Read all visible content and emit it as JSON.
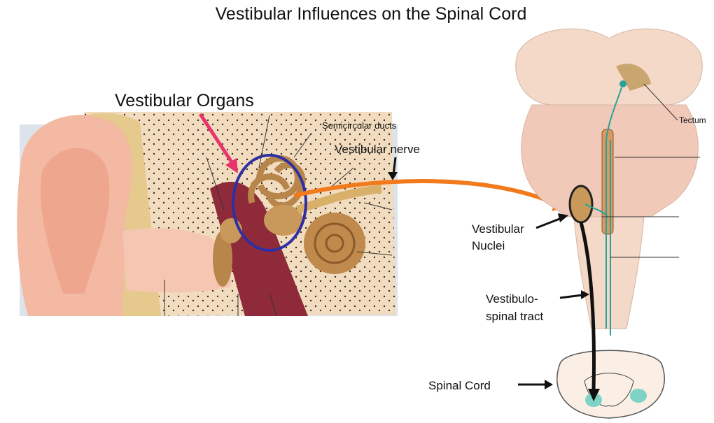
{
  "title": "Vestibular Influences on the Spinal Cord",
  "labels": {
    "vestibular_organs": "Vestibular Organs",
    "semicircular_ducts": "Semicircular ducts",
    "vestibular_nerve": "Vestibular nerve",
    "tectum": "Tectum",
    "vestibular_nuclei_line1": "Vestibular",
    "vestibular_nuclei_line2": "Nuclei",
    "vestibulospinal_line1": "Vestibulo-",
    "vestibulospinal_line2": "spinal tract",
    "spinal_cord": "Spinal Cord"
  },
  "colors": {
    "skin": "#f3b9a2",
    "bone": "#f2dcbf",
    "cartilage": "#e6c98d",
    "canal": "#8e2a3a",
    "inner_ear": "#b8864a",
    "highlight_circle": "#2e2fa3",
    "nerve_arrow": "#f07a1c",
    "pointer_arrow": "#e8336b",
    "tract_arrow": "#111111",
    "brainstem": "#f4d9c8",
    "pathway": "#2aa198"
  }
}
